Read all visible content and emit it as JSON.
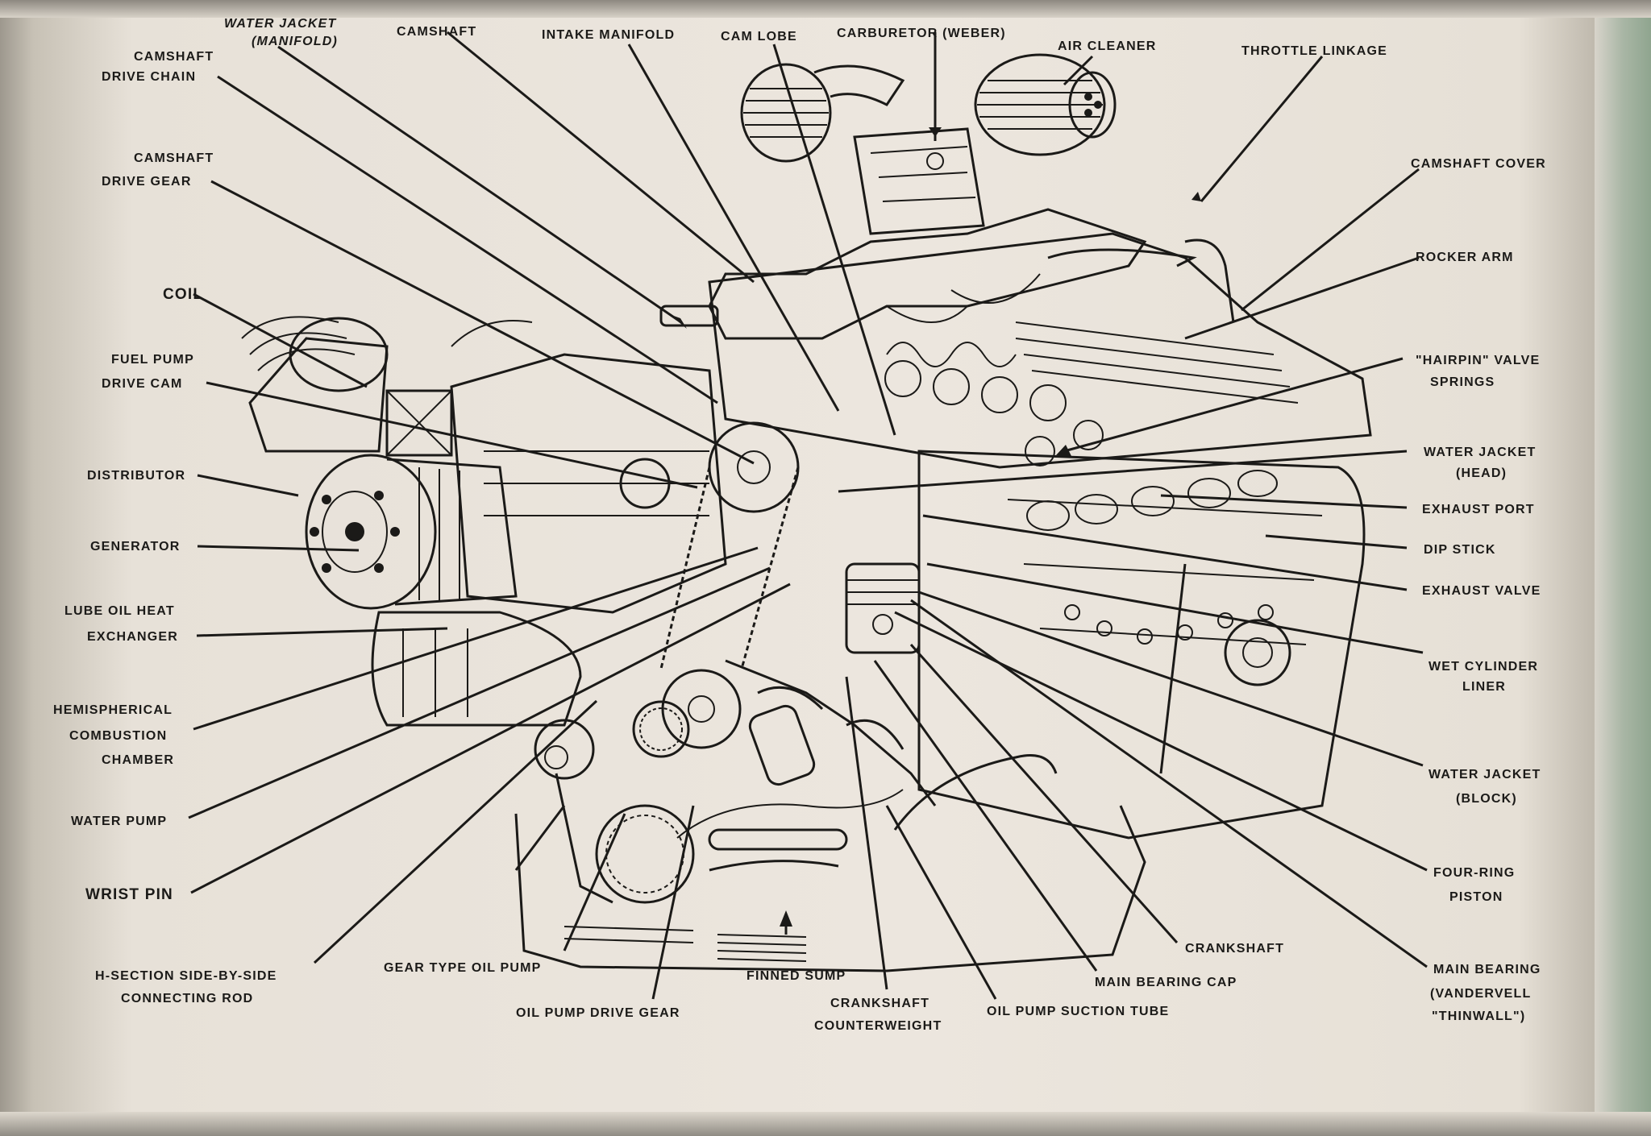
{
  "labels": {
    "water_jacket_manifold": [
      "WATER JACKET",
      "(MANIFOLD)"
    ],
    "camshaft": "CAMSHAFT",
    "intake_manifold": "INTAKE MANIFOLD",
    "cam_lobe": "CAM LOBE",
    "carburetor": "CARBURETOR (WEBER)",
    "air_cleaner": "AIR CLEANER",
    "throttle_linkage": "THROTTLE LINKAGE",
    "camshaft_drive_chain": [
      "CAMSHAFT",
      "DRIVE CHAIN"
    ],
    "camshaft_drive_gear": [
      "CAMSHAFT",
      "DRIVE GEAR"
    ],
    "camshaft_cover": "CAMSHAFT COVER",
    "rocker_arm": "ROCKER ARM",
    "coil": "COIL",
    "fuel_pump_drive_cam": [
      "FUEL PUMP",
      "DRIVE CAM"
    ],
    "hairpin_valve_springs": [
      "\"HAIRPIN\" VALVE",
      "SPRINGS"
    ],
    "distributor": "DISTRIBUTOR",
    "water_jacket_head": [
      "WATER JACKET",
      "(HEAD)"
    ],
    "exhaust_port": "EXHAUST PORT",
    "generator": "GENERATOR",
    "dip_stick": "DIP STICK",
    "exhaust_valve": "EXHAUST VALVE",
    "lube_oil_heat_exchanger": [
      "LUBE OIL HEAT",
      "EXCHANGER"
    ],
    "wet_cylinder_liner": [
      "WET CYLINDER",
      "LINER"
    ],
    "hemispherical_combustion_chamber": [
      "HEMISPHERICAL",
      "COMBUSTION",
      "CHAMBER"
    ],
    "water_jacket_block": [
      "WATER JACKET",
      "(BLOCK)"
    ],
    "water_pump": "WATER PUMP",
    "four_ring_piston": [
      "FOUR-RING",
      "PISTON"
    ],
    "wrist_pin": "WRIST PIN",
    "crankshaft": "CRANKSHAFT",
    "h_section_connecting_rod": [
      "H-SECTION SIDE-BY-SIDE",
      "CONNECTING ROD"
    ],
    "gear_type_oil_pump": "GEAR TYPE OIL PUMP",
    "finned_sump": "FINNED SUMP",
    "main_bearing_cap": "MAIN BEARING CAP",
    "main_bearing": [
      "MAIN BEARING",
      "(VANDERVELL",
      "\"THINWALL\")"
    ],
    "oil_pump_drive_gear": "OIL PUMP DRIVE GEAR",
    "crankshaft_counterweight": [
      "CRANKSHAFT",
      "COUNTERWEIGHT"
    ],
    "oil_pump_suction_tube": "OIL PUMP SUCTION TUBE"
  }
}
